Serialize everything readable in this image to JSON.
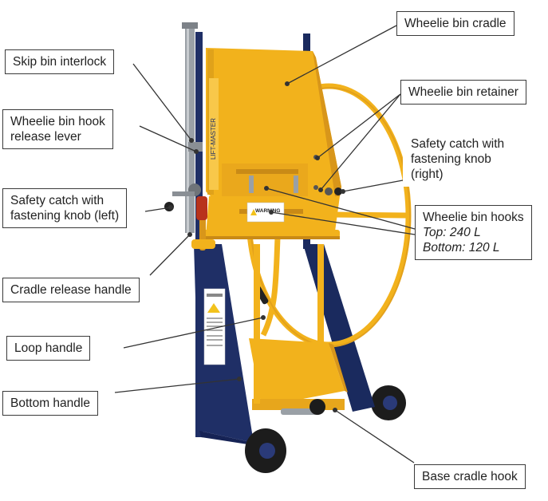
{
  "labels": {
    "cradle": "Wheelie bin cradle",
    "skip_interlock": "Skip bin interlock",
    "retainer": "Wheelie bin retainer",
    "hook_release_line1": "Wheelie bin hook",
    "hook_release_line2": "release lever",
    "catch_right_line1": "Safety catch with",
    "catch_right_line2": "fastening knob",
    "catch_right_line3": "(right)",
    "catch_left_line1": "Safety catch with",
    "catch_left_line2": "fastening knob (left)",
    "hooks_title": "Wheelie bin hooks",
    "hooks_top": "Top: 240 L",
    "hooks_bottom": "Bottom: 120 L",
    "cradle_release": "Cradle release handle",
    "loop_handle": "Loop handle",
    "bottom_handle": "Bottom handle",
    "base_hook": "Base cradle hook"
  },
  "machine_text": {
    "brand": "LIFT-MASTER",
    "warning": "WARNING"
  },
  "colors": {
    "frame_navy": "#1f2f66",
    "cradle_yellow": "#f2b21c",
    "cradle_shadow": "#d8961a",
    "tyre": "#1c1c1c",
    "hub": "#2a3a78",
    "callout_border": "#3a3a3a"
  }
}
